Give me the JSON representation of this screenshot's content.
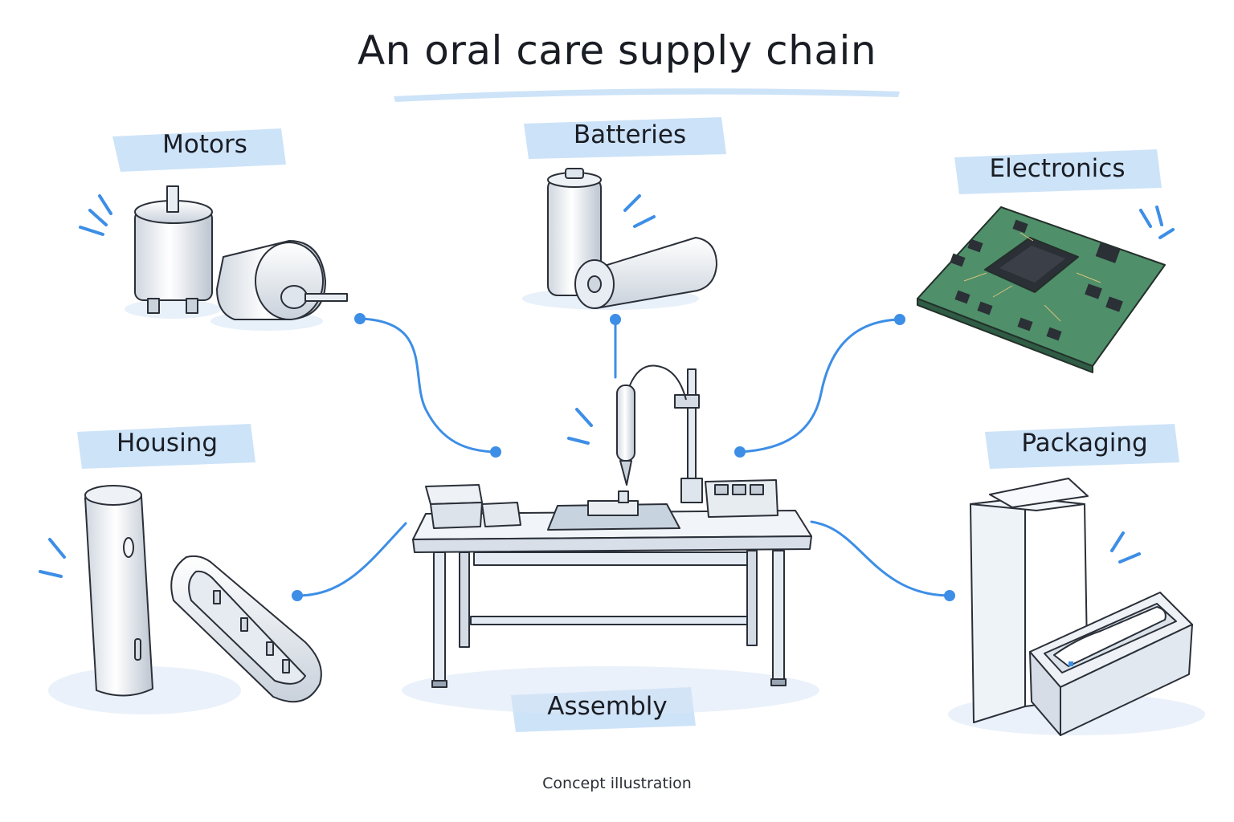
{
  "title": "An oral care supply chain",
  "caption": "Concept illustration",
  "colors": {
    "accent": "#3d8ee6",
    "highlight": "#bcd9f6",
    "ink": "#1a1d24",
    "pcb": "#4f8f6a"
  },
  "nodes": {
    "motors": {
      "label": "Motors",
      "icon": "motor-icon"
    },
    "batteries": {
      "label": "Batteries",
      "icon": "battery-icon"
    },
    "electronics": {
      "label": "Electronics",
      "icon": "circuit-board-icon"
    },
    "housing": {
      "label": "Housing",
      "icon": "housing-shell-icon"
    },
    "packaging": {
      "label": "Packaging",
      "icon": "box-icon"
    },
    "assembly": {
      "label": "Assembly",
      "icon": "workbench-icon"
    }
  }
}
